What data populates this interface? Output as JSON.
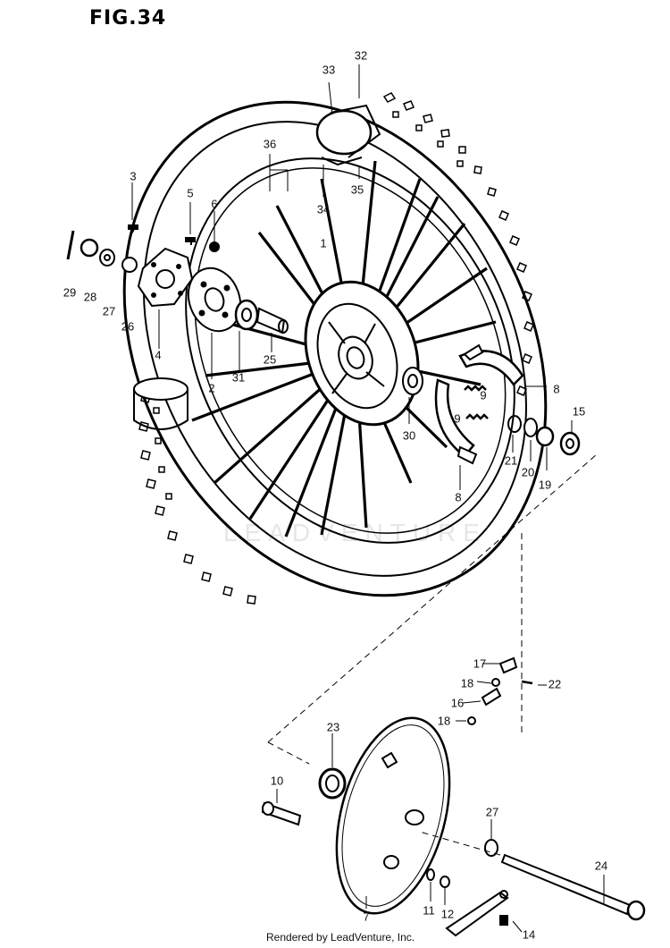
{
  "figure": {
    "title": "FIG.34",
    "footer": "Rendered by LeadVenture, Inc.",
    "watermark": "LEADVENTURE"
  },
  "callouts": {
    "c1": "1",
    "c2": "2",
    "c3": "3",
    "c4": "4",
    "c5": "5",
    "c6": "6",
    "c7": "7",
    "c8a": "8",
    "c8b": "8",
    "c9a": "9",
    "c9b": "9",
    "c10": "10",
    "c11": "11",
    "c12": "12",
    "c14": "14",
    "c15": "15",
    "c16": "16",
    "c17": "17",
    "c18a": "18",
    "c18b": "18",
    "c19": "19",
    "c20": "20",
    "c21": "21",
    "c22": "22",
    "c23": "23",
    "c24": "24",
    "c25": "25",
    "c26": "26",
    "c27a": "27",
    "c27b": "27",
    "c28": "28",
    "c29": "29",
    "c30": "30",
    "c31": "31",
    "c32": "32",
    "c33": "33",
    "c34": "34",
    "c35": "35",
    "c36": "36"
  }
}
